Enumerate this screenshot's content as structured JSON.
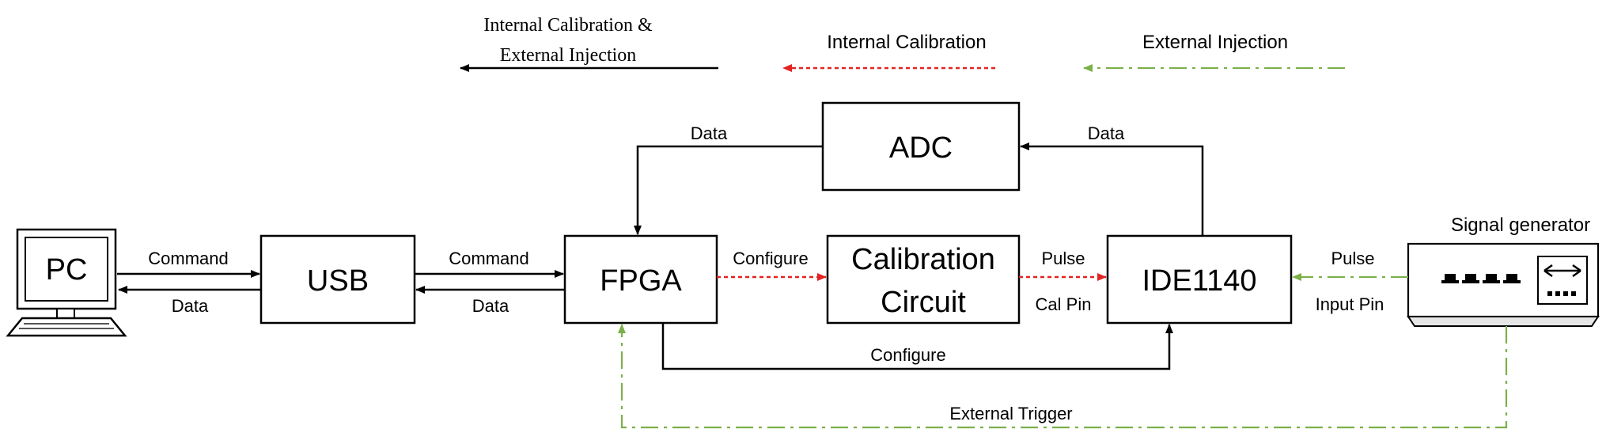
{
  "legend": {
    "black_line": [
      "Internal Calibration &",
      "External Injection"
    ],
    "red_line": "Internal Calibration",
    "green_line": "External Injection"
  },
  "blocks": {
    "pc": "PC",
    "usb": "USB",
    "fpga": "FPGA",
    "adc": "ADC",
    "calibration_circuit": [
      "Calibration",
      "Circuit"
    ],
    "ide1140": "IDE1140",
    "signal_generator": "Signal generator"
  },
  "labels": {
    "pc_usb_command": "Command",
    "pc_usb_data": "Data",
    "usb_fpga_command": "Command",
    "usb_fpga_data": "Data",
    "adc_fpga_data": "Data",
    "ide_adc_data": "Data",
    "fpga_cal_configure": "Configure",
    "cal_ide_pulse": "Pulse",
    "cal_ide_calpin": "Cal Pin",
    "siggen_ide_pulse": "Pulse",
    "siggen_ide_inputpin": "Input Pin",
    "fpga_ide_configure": "Configure",
    "external_trigger": "External Trigger"
  },
  "colors": {
    "black_line": "#000000",
    "red_line": "#e32222",
    "green_line": "#7bb04a"
  }
}
